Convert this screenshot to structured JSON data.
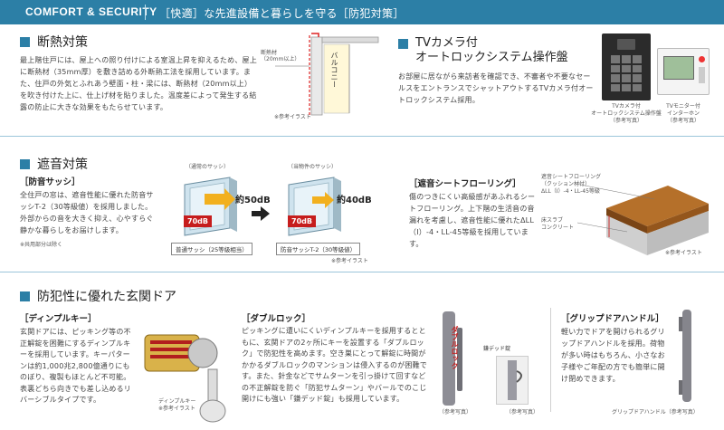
{
  "header": {
    "en": "COMFORT & SECURITY",
    "jp": "［快適］な先進設備と暮らしを守る［防犯対策］"
  },
  "insulation": {
    "title": "断熱対策",
    "body": "最上階住戸には、屋上への照り付けによる室温上昇を抑えるため、屋上に断熱材（35mm厚）を敷き詰める外断熱工法を採用しています。また、住戸の外気とふれあう壁面・柱・梁には、断熱材（20mm以上）を吹き付けた上に、仕上げ材を貼りました。温度差によって発生する結露の防止に大きな効果をもたらせています。",
    "fig_label": "断熱材\n（20mm以上）",
    "balcony": "バルコニー",
    "fig_caption": "※参考イラスト"
  },
  "tv": {
    "title": "TVカメラ付\nオートロックシステム操作盤",
    "body": "お部屋に居ながら来訪者を確認でき、不審者や不要なセールスをエントランスでシャットアウトするTVカメラ付オートロックシステム採用。",
    "cap1": "TVカメラ付\nオートロックシステム操作盤\n（参考写真）",
    "cap2": "TVモニター付\nインターホン\n（参考写真）"
  },
  "sound": {
    "title": "遮音対策",
    "sub1": "［防音サッシ］",
    "body1": "全住戸の窓は、遮音性能に優れた防音サッシT-2（30等級値）を採用しました。外部からの音を大きく抑え、心やすらぐ静かな暮らしをお届けします。",
    "note1": "※共用部分は除く",
    "normal_label": "（通常のサッシ）",
    "proof_label": "（当物件のサッシ）",
    "db_in1": "70dB",
    "db_out1": "約50dB",
    "db_in2": "70dB",
    "db_out2": "約40dB",
    "box1": "普通サッシ（25等級相当）",
    "box2": "防音サッシT-2（30等級値）",
    "fig_caption": "※参考イラスト",
    "sub2": "［遮音シートフローリング］",
    "body2": "傷のつきにくい高級感があふれるシートフローリング。上下階の生活音の音漏れを考慮し、遮音性能に優れたΔLL（I）-4・LL-45等級を採用しています。",
    "floor_label1": "遮音シートフローリング\n（クッション材付）\nΔLL（I）-4・LL-45等級",
    "floor_label2": "床スラブ\nコンクリート",
    "floor_caption": "※参考イラスト"
  },
  "door": {
    "title": "防犯性に優れた玄関ドア",
    "sub1": "［ディンプルキー］",
    "body1": "玄関ドアには、ピッキング等の不正解錠を困難にするディンプルキーを採用しています。キーパターンは約1,000兆2,800億通りにものぼり、複製もほとんど不可能。表裏どちら向きでも差し込めるリバーシブルタイプです。",
    "key_caption": "ディンプルキー\n※参考イラスト",
    "sub2": "［ダブルロック］",
    "body2": "ピッキングに遭いにくいディンプルキーを採用するとともに、玄関ドアの2ヶ所にキーを設置する「ダブルロック」で防犯性を高めます。空き巣にとって解錠に時間がかかるダブルロックのマンションは侵入するのが困難です。また、針金などでサムターンを引っ掛けて回すなどの不正解錠を防ぐ「防犯サムターン」やバールでのこじ開けにも強い「鎌デッド錠」も採用しています。",
    "double_label": "ダブルロック",
    "kama_label": "鎌デッド錠",
    "photo_caption1": "（参考写真）",
    "photo_caption2": "（参考写真）",
    "sub3": "［グリップドアハンドル］",
    "body3": "軽い力でドアを開けられるグリップドアハンドルを採用。荷物が多い時はもちろん、小さなお子様やご年配の方でも簡単に開け閉めできます。",
    "handle_caption": "グリップドアハンドル（参考写真）"
  },
  "colors": {
    "accent": "#2c7fa6",
    "red": "#c61d1d",
    "wood": "#b5702a"
  }
}
